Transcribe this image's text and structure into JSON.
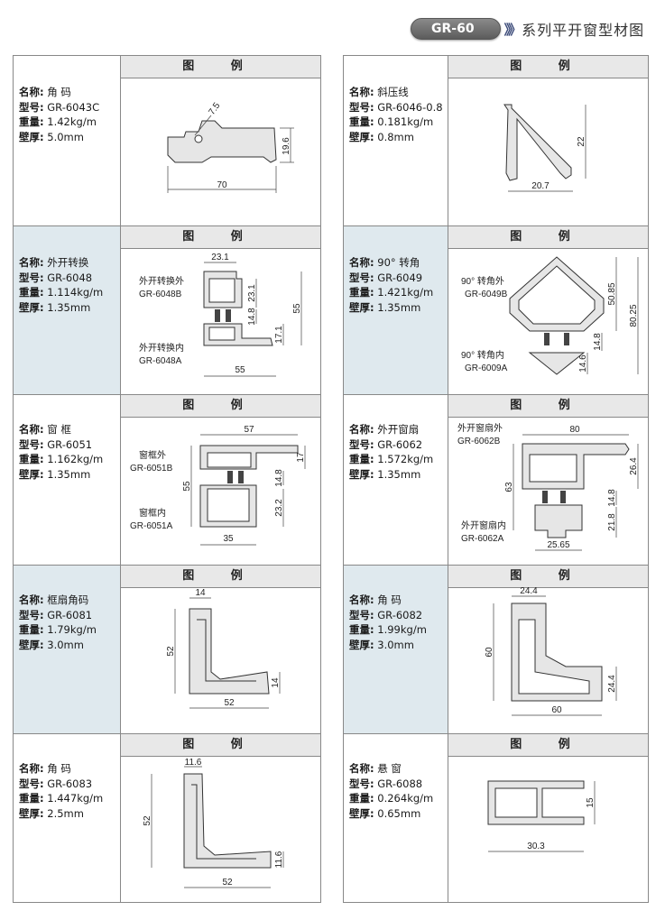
{
  "header": {
    "series": "GR-60",
    "arrows": "》》",
    "title": "系列平开窗型材图"
  },
  "labels": {
    "name": "名称:",
    "model": "型号:",
    "weight": "重量:",
    "wall": "壁厚:"
  },
  "legend": "图 例",
  "items": [
    {
      "name": "角 码",
      "model": "GR-6043C",
      "weight": "1.42kg/m",
      "wall": "5.0mm",
      "dims": [
        "7.5",
        "19.6",
        "70"
      ],
      "callouts": []
    },
    {
      "name": "斜压线",
      "model": "GR-6046-0.8",
      "weight": "0.181kg/m",
      "wall": "0.8mm",
      "dims": [
        "22",
        "20.7"
      ],
      "callouts": []
    },
    {
      "name": "外开转换",
      "model": "GR-6048",
      "weight": "1.114kg/m",
      "wall": "1.35mm",
      "dims": [
        "23.1",
        "23.1",
        "14.8",
        "55",
        "17.1",
        "55"
      ],
      "callouts": [
        "外开转换外",
        "GR-6048B",
        "外开转换内",
        "GR-6048A"
      ]
    },
    {
      "name": "90° 转角",
      "model": "GR-6049",
      "weight": "1.421kg/m",
      "wall": "1.35mm",
      "dims": [
        "50.85",
        "80.25",
        "14.8",
        "14.6"
      ],
      "callouts": [
        "90° 转角外",
        "GR-6049B",
        "90° 转角内",
        "GR-6009A"
      ]
    },
    {
      "name": "窗 框",
      "model": "GR-6051",
      "weight": "1.162kg/m",
      "wall": "1.35mm",
      "dims": [
        "57",
        "17",
        "14.8",
        "55",
        "23.2",
        "35"
      ],
      "callouts": [
        "窗框外",
        "GR-6051B",
        "窗框内",
        "GR-6051A"
      ]
    },
    {
      "name": "外开窗扇",
      "model": "GR-6062",
      "weight": "1.572kg/m",
      "wall": "1.35mm",
      "dims": [
        "80",
        "26.4",
        "63",
        "14.8",
        "21.8",
        "25.65"
      ],
      "callouts": [
        "外开窗扇外",
        "GR-6062B",
        "外开窗扇内",
        "GR-6062A"
      ]
    },
    {
      "name": "框扇角码",
      "model": "GR-6081",
      "weight": "1.79kg/m",
      "wall": "3.0mm",
      "dims": [
        "14",
        "52",
        "14",
        "52"
      ],
      "callouts": []
    },
    {
      "name": "角 码",
      "model": "GR-6082",
      "weight": "1.99kg/m",
      "wall": "3.0mm",
      "dims": [
        "24.4",
        "60",
        "24.4",
        "60"
      ],
      "callouts": []
    },
    {
      "name": "角 码",
      "model": "GR-6083",
      "weight": "1.447kg/m",
      "wall": "2.5mm",
      "dims": [
        "11.6",
        "52",
        "11.6",
        "52"
      ],
      "callouts": []
    },
    {
      "name": "悬 窗",
      "model": "GR-6088",
      "weight": "0.264kg/m",
      "wall": "0.65mm",
      "dims": [
        "15",
        "30.3"
      ],
      "callouts": []
    }
  ]
}
